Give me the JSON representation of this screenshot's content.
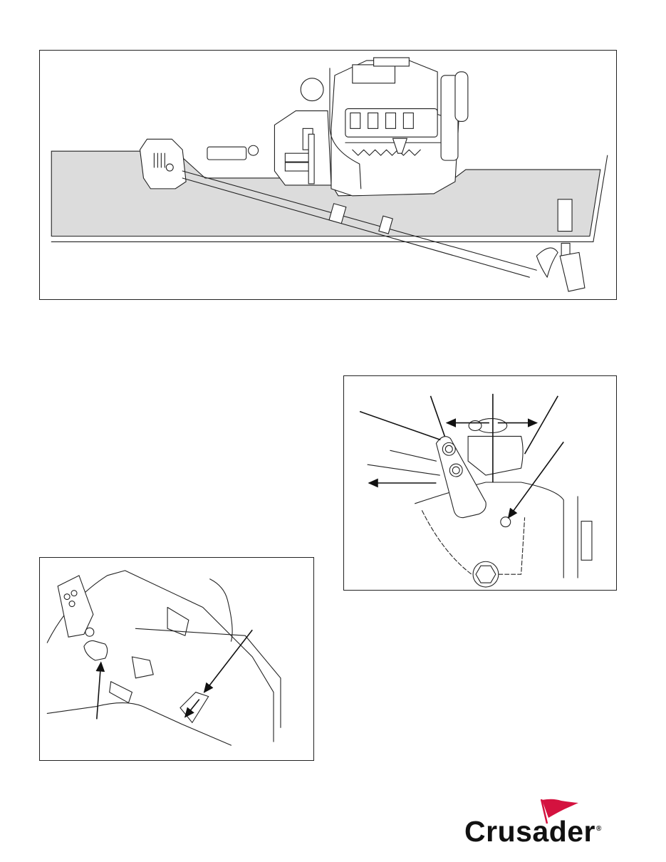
{
  "page": {
    "background": "#ffffff",
    "figures": [
      {
        "id": "fig1",
        "description": "Inboard V-drive engine installation side view with propeller shaft, strut, propeller and rudder",
        "fill_color": "#dcdcdc"
      },
      {
        "id": "fig2",
        "description": "Shift lever on transmission with directional arrows"
      },
      {
        "id": "fig3",
        "description": "Transmission close-up with two pointer arrows"
      }
    ]
  },
  "brand": {
    "name": "Crusader",
    "registered_mark": "®",
    "flag_color": "#d4123f",
    "text_color": "#111111"
  }
}
